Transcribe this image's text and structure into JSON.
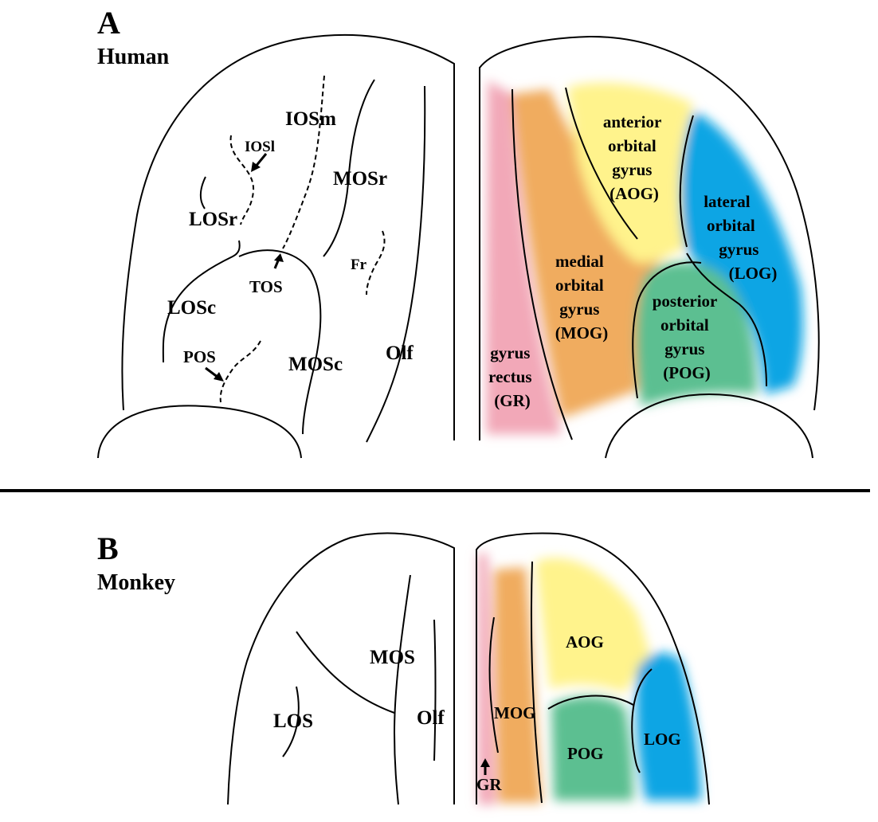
{
  "panels": [
    {
      "letter": "A",
      "species": "Human",
      "sulci": {
        "IOSm": "IOSm",
        "IOSl": "IOSl",
        "MOSr": "MOSr",
        "LOSr": "LOSr",
        "Fr": "Fr",
        "TOS": "TOS",
        "LOSc": "LOSc",
        "POS": "POS",
        "MOSc": "MOSc",
        "Olf": "Olf"
      },
      "gyri": {
        "aog": [
          "anterior",
          "orbital",
          "gyrus",
          "(AOG)"
        ],
        "log": [
          "lateral",
          "orbital",
          "gyrus",
          "(LOG)"
        ],
        "mog": [
          "medial",
          "orbital",
          "gyrus",
          "(MOG)"
        ],
        "pog": [
          "posterior",
          "orbital",
          "gyrus",
          "(POG)"
        ],
        "gr": [
          "gyrus",
          "rectus",
          "(GR)"
        ]
      }
    },
    {
      "letter": "B",
      "species": "Monkey",
      "sulci": {
        "MOS": "MOS",
        "LOS": "LOS",
        "Olf": "Olf"
      },
      "gyri": {
        "aog": "AOG",
        "mog": "MOG",
        "pog": "POG",
        "log": "LOG",
        "gr": "GR"
      }
    }
  ],
  "region_colors": {
    "gyrus_rectus": "#F2A8B8",
    "medial_orbital": "#F0AC5E",
    "anterior_orbital": "#FFF38C",
    "lateral_orbital": "#0EA5E4",
    "posterior_orbital": "#5CBF91"
  }
}
